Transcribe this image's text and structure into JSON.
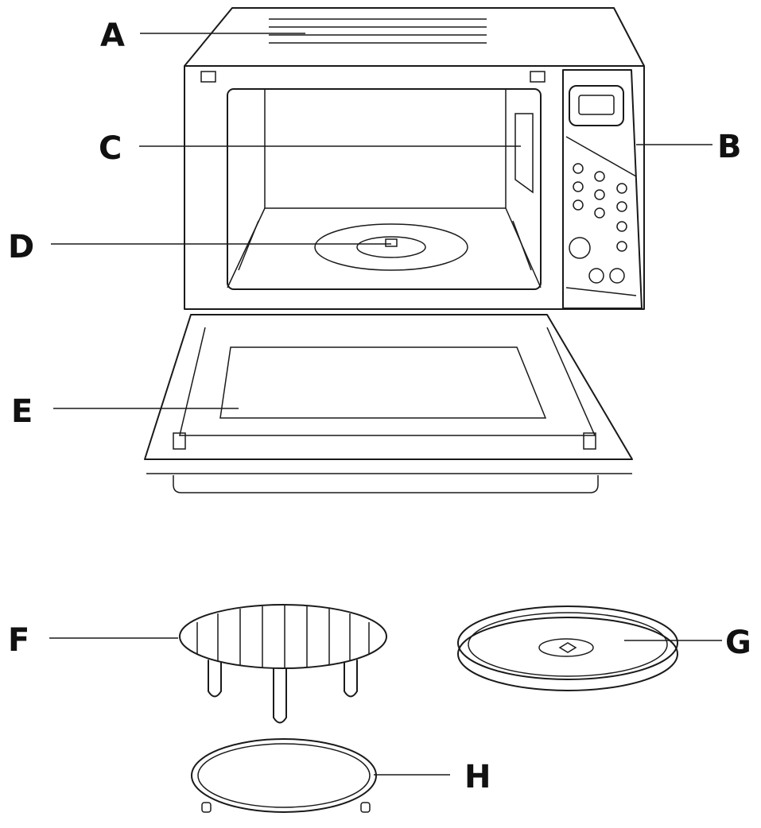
{
  "labels": {
    "a": "A",
    "b": "B",
    "c": "C",
    "d": "D",
    "e": "E",
    "f": "F",
    "g": "G",
    "h": "H"
  },
  "colors": {
    "ink": "#1a1a1a",
    "background": "#ffffff"
  }
}
